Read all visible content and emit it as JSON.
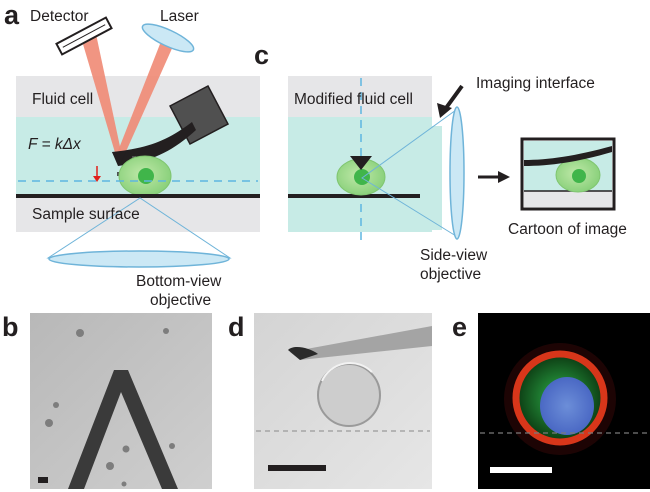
{
  "panels": {
    "a": {
      "letter": "a",
      "detector": "Detector",
      "laser": "Laser",
      "fluid_cell": "Fluid cell",
      "force_eq": "F = kΔx",
      "sample_surface": "Sample surface",
      "bottom_view_line1": "Bottom-view",
      "bottom_view_line2": "objective"
    },
    "b": {
      "letter": "b"
    },
    "c": {
      "letter": "c",
      "modified_fluid_cell": "Modified fluid cell",
      "imaging_interface": "Imaging interface",
      "side_view_line1": "Side-view",
      "side_view_line2": "objective",
      "cartoon": "Cartoon of image"
    },
    "d": {
      "letter": "d"
    },
    "e": {
      "letter": "e"
    }
  },
  "colors": {
    "fluid": "#c7ebe6",
    "cell_gray": "#e6e6e8",
    "cell_green": "#9fdb8f",
    "nucleus": "#40b54a",
    "laser_beam": "#f08a74",
    "lens": "#cbe8f5",
    "lens_stroke": "#6fb4d9",
    "dashed": "#5fb6e0",
    "arrow_red": "#e0201a"
  }
}
